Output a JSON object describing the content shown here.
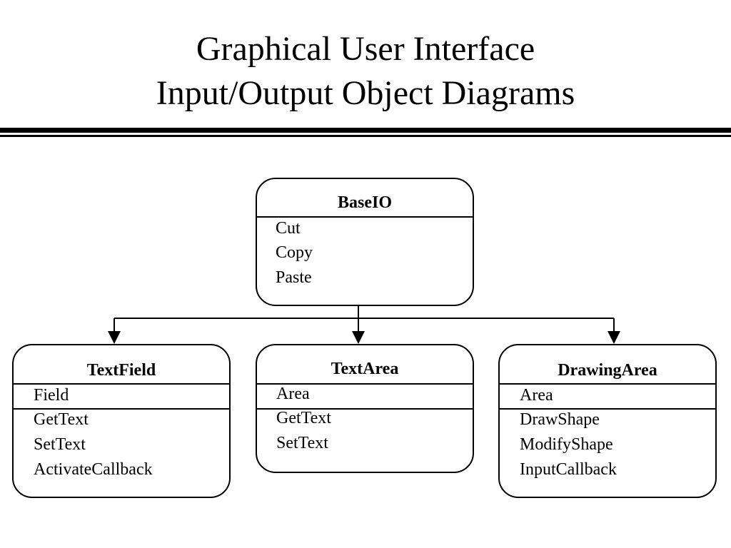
{
  "title": {
    "line1": "Graphical User Interface",
    "line2": "Input/Output Object Diagrams"
  },
  "classes": {
    "baseio": {
      "name": "BaseIO",
      "items": [
        "Cut",
        "Copy",
        "Paste"
      ]
    },
    "textfield": {
      "name": "TextField",
      "attributes": [
        "Field"
      ],
      "items": [
        "GetText",
        "SetText",
        "ActivateCallback"
      ]
    },
    "textarea": {
      "name": "TextArea",
      "attributes": [
        "Area"
      ],
      "items": [
        "GetText",
        "SetText"
      ]
    },
    "drawingarea": {
      "name": "DrawingArea",
      "attributes": [
        "Area"
      ],
      "items": [
        "DrawShape",
        "ModifyShape",
        "InputCallback"
      ]
    }
  }
}
